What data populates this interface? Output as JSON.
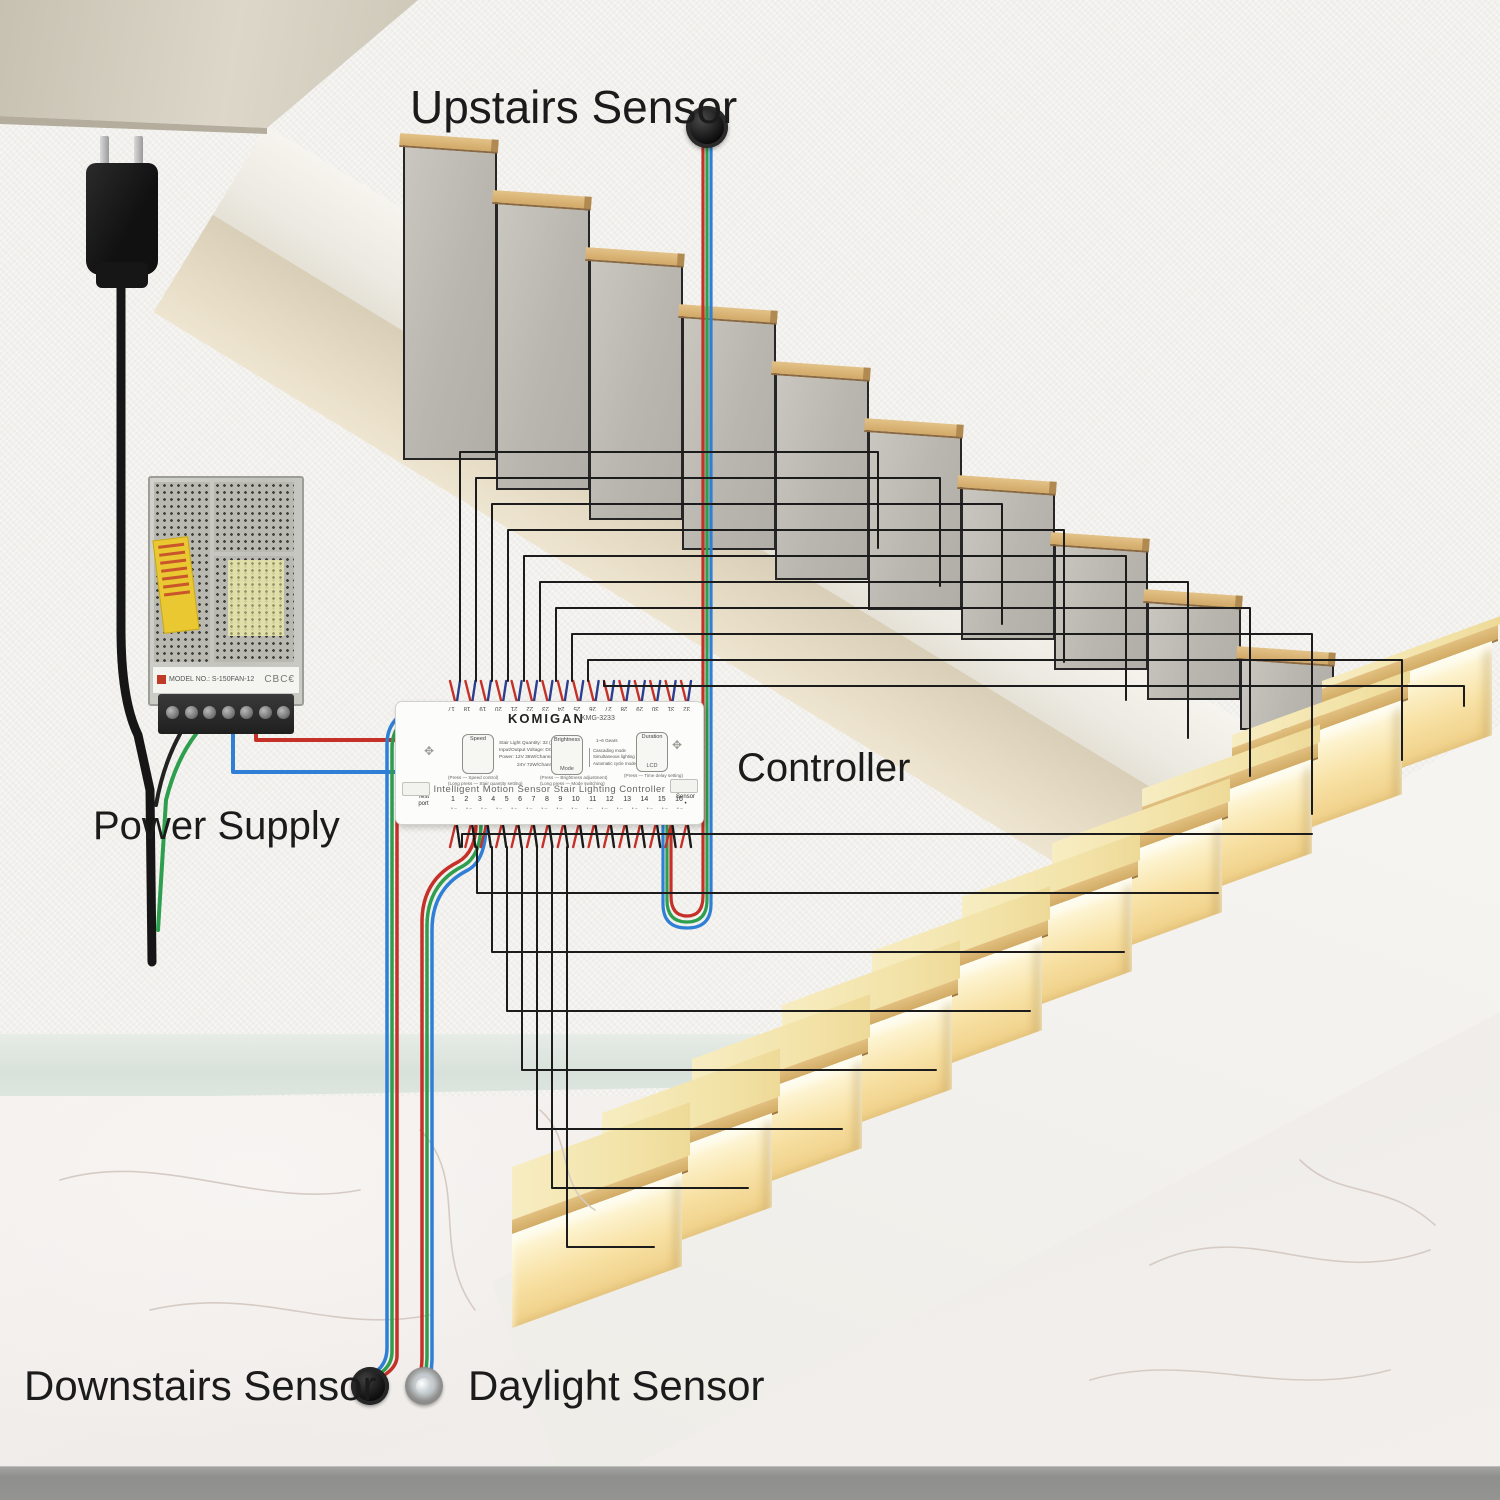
{
  "labels": {
    "upstairs_sensor": "Upstairs Sensor",
    "power_supply": "Power Supply",
    "controller": "Controller",
    "downstairs_sensor": "Downstairs Sensor",
    "daylight_sensor": "Daylight Sensor"
  },
  "controller": {
    "brand": "KOMIGAN",
    "model": "KMG-3233",
    "title": "Intelligent Motion Sensor Stair Lighting Controller",
    "specs": [
      "Stair Light Quantity: 32 (Max)",
      "Input/Output Voltage: DC 12V/24V",
      "Power: 12V 36W/Channel (Max)",
      "24V 72W/Channel (Max)"
    ],
    "buttons": {
      "speed": {
        "label": "Speed",
        "press": "(Press — Speed control)",
        "long": "(Long press — Stair quantity setting)"
      },
      "brightness": {
        "label": "Brightness",
        "sub": "Mode",
        "press": "(Press — Brightness adjustment)",
        "long": "(Long press — Mode switching)"
      },
      "duration": {
        "label": "Duration",
        "sub": "LCD",
        "press": "(Press — Time delay setting)"
      }
    },
    "gears": "1~6 Gears",
    "modes": [
      "Cascading mode",
      "Simultaneous lighting mode",
      "Automatic cycle mode"
    ],
    "test_label": "Test",
    "port_label": "port",
    "sensor_label": "Sensor",
    "channels_bottom": [
      "1",
      "2",
      "3",
      "4",
      "5",
      "6",
      "7",
      "8",
      "9",
      "10",
      "11",
      "12",
      "13",
      "14",
      "15",
      "16"
    ],
    "channels_top": [
      "32",
      "31",
      "30",
      "29",
      "28",
      "27",
      "26",
      "25",
      "24",
      "23",
      "22",
      "21",
      "20",
      "19",
      "18",
      "17"
    ]
  },
  "power_supply": {
    "model_label": "MODEL NO.: S-150FAN-12",
    "cert_label": "CBC€"
  },
  "stairs": {
    "upper_steps": 10,
    "lower_steps": 10
  },
  "colors": {
    "wire_red": "#c53028",
    "wire_green": "#2e9e4f",
    "wire_blue": "#2f7fd6",
    "wire_black": "#1c1c1c",
    "wire_dark_blue": "#2a3f8f",
    "wood": "#d8b273",
    "led_warm": "#f8e2a6",
    "vein": "#d6cbc4"
  }
}
